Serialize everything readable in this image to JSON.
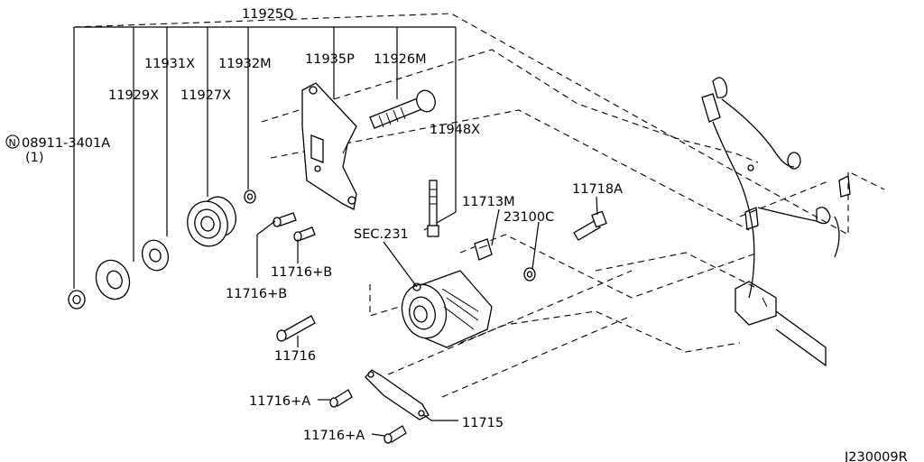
{
  "labels": {
    "p11925Q": "11925Q",
    "p11931X": "11931X",
    "p11932M": "11932M",
    "p11929X": "11929X",
    "p11927X": "11927X",
    "p11935P": "11935P",
    "p11926M": "11926M",
    "p11948X": "11948X",
    "p08911": "08911-3401A",
    "p08911_qty": "(1)",
    "n_mark": "N",
    "p11713M": "11713M",
    "p11718A": "11718A",
    "p23100C": "23100C",
    "sec231": "SEC.231",
    "p11716B_a": "11716+B",
    "p11716B_b": "11716+B",
    "p11716": "11716",
    "p11716A_a": "11716+A",
    "p11716A_b": "11716+A",
    "p11715": "11715",
    "code": "J230009R"
  }
}
